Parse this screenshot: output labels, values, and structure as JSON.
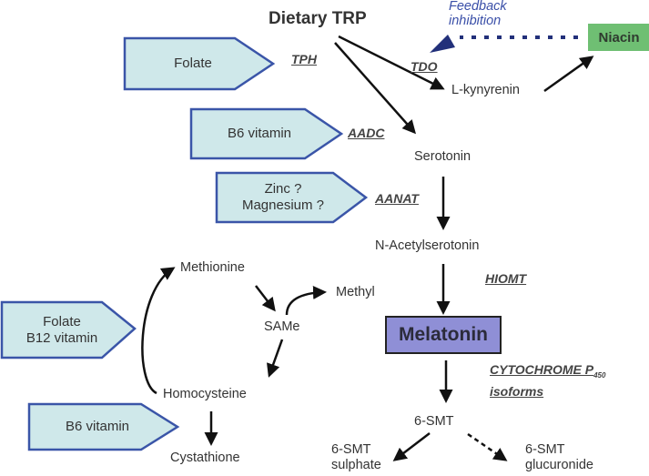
{
  "title": "Dietary TRP",
  "feedback": {
    "line1": "Feedback",
    "line2": "inhibition"
  },
  "niacin": "Niacin",
  "metabolites": {
    "kynurenine": "L-kynyrenin",
    "serotonin": "Serotonin",
    "n_acetylserotonin": "N-Acetylserotonin",
    "melatonin": "Melatonin",
    "six_smt": "6-SMT",
    "six_smt_sulphate": [
      "6-SMT",
      "sulphate"
    ],
    "six_smt_glucuronide": [
      "6-SMT",
      "glucuronide"
    ],
    "methionine": "Methionine",
    "same": "SAMe",
    "methyl": "Methyl",
    "homocysteine": "Homocysteine",
    "cystathione": "Cystathione"
  },
  "enzymes": {
    "tph": "TPH",
    "tdo": "TDO",
    "aadc": "AADC",
    "aanat": "AANAT",
    "hiomt": "HIOMT",
    "cyp_main": "CYTOCHROME P",
    "cyp_sub": "450",
    "cyp_line2": "isoforms"
  },
  "cofactors": {
    "folate_top": [
      "Folate"
    ],
    "b6_top": [
      "B6 vitamin"
    ],
    "zinc_mg": [
      "Zinc ?",
      "Magnesium ?"
    ],
    "folate_b12": [
      "Folate",
      "B12 vitamin"
    ],
    "b6_bottom": [
      "B6 vitamin"
    ]
  },
  "colors": {
    "cofactor_fill": "#cfe8ea",
    "cofactor_border": "#3a55a8",
    "melatonin_fill": "#8f8fd6",
    "niacin_fill": "#6fbf73",
    "feedback": "#22307a"
  }
}
